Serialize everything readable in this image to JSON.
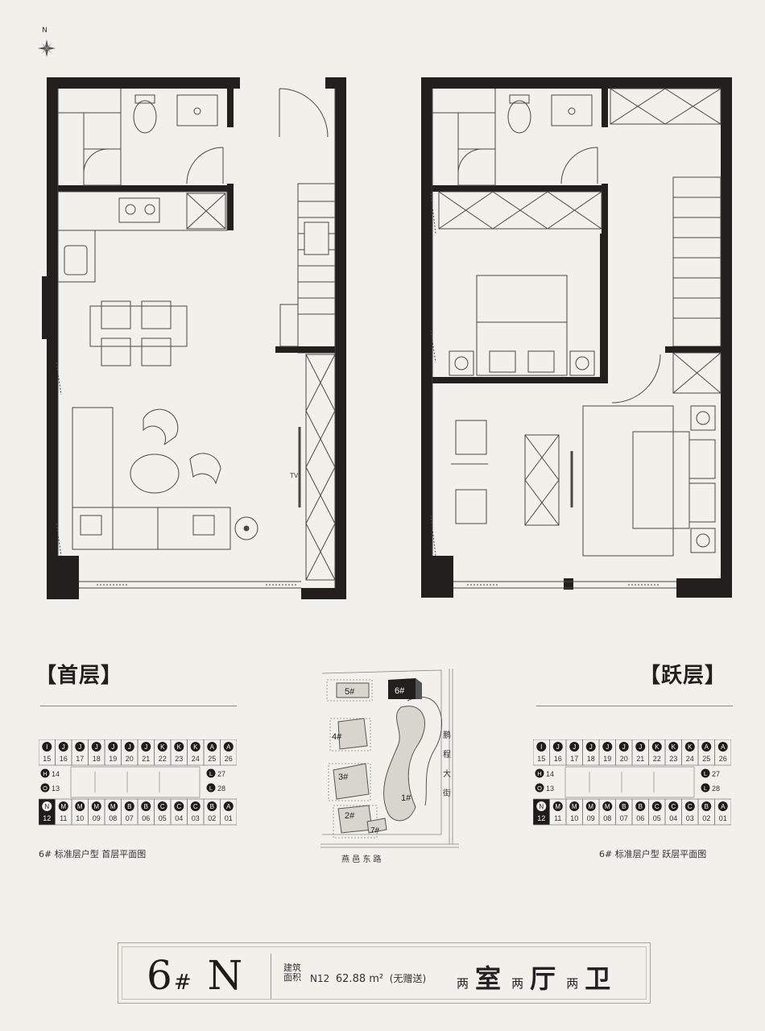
{
  "compass": {
    "north_label": "N"
  },
  "first_floor": {
    "title": "【首层】",
    "caption": "6# 标准层户型  首层平面图",
    "tv_label": "TV"
  },
  "upper_floor": {
    "title": "【跃层】",
    "caption": "6# 标准层户型  跃层平面图"
  },
  "keyplan": {
    "top_row": [
      {
        "letter": "I",
        "num": "15"
      },
      {
        "letter": "J",
        "num": "16"
      },
      {
        "letter": "J",
        "num": "17"
      },
      {
        "letter": "J",
        "num": "18"
      },
      {
        "letter": "J",
        "num": "19"
      },
      {
        "letter": "J",
        "num": "20"
      },
      {
        "letter": "J",
        "num": "21"
      },
      {
        "letter": "K",
        "num": "22"
      },
      {
        "letter": "K",
        "num": "23"
      },
      {
        "letter": "K",
        "num": "24"
      },
      {
        "letter": "A",
        "num": "25"
      },
      {
        "letter": "A",
        "num": "26"
      }
    ],
    "mid_left": [
      {
        "letter": "H",
        "num": "14"
      },
      {
        "letter": "O",
        "num": "13"
      }
    ],
    "mid_right": [
      {
        "letter": "L",
        "num": "27"
      },
      {
        "letter": "L",
        "num": "28"
      }
    ],
    "bottom_row": [
      {
        "letter": "N",
        "num": "12",
        "highlight": true
      },
      {
        "letter": "M",
        "num": "11"
      },
      {
        "letter": "M",
        "num": "10"
      },
      {
        "letter": "M",
        "num": "09"
      },
      {
        "letter": "M",
        "num": "08"
      },
      {
        "letter": "B",
        "num": "07"
      },
      {
        "letter": "B",
        "num": "06"
      },
      {
        "letter": "C",
        "num": "05"
      },
      {
        "letter": "C",
        "num": "04"
      },
      {
        "letter": "C",
        "num": "03"
      },
      {
        "letter": "B",
        "num": "02"
      },
      {
        "letter": "A",
        "num": "01"
      }
    ]
  },
  "site_plan": {
    "buildings": [
      "5#",
      "6#",
      "4#",
      "3#",
      "1#",
      "2#",
      "7#"
    ],
    "street_east": [
      "鹏",
      "程",
      "大",
      "街"
    ],
    "street_south": "燕 邑 东 路"
  },
  "footer": {
    "building": "6",
    "hash": "#",
    "unit_type": "N",
    "area_label_1": "建筑",
    "area_label_2": "面积",
    "unit_no": "N12",
    "area_value": "62.88 m²",
    "area_note": "(无赠送)",
    "rooms": [
      {
        "count": "两",
        "room": "室"
      },
      {
        "count": "两",
        "room": "厅"
      },
      {
        "count": "两",
        "room": "卫"
      }
    ]
  },
  "colors": {
    "wall": "#231f1c",
    "paper": "#f1f0ea",
    "line": "#4a4744",
    "highlight": "#1f1b18"
  }
}
